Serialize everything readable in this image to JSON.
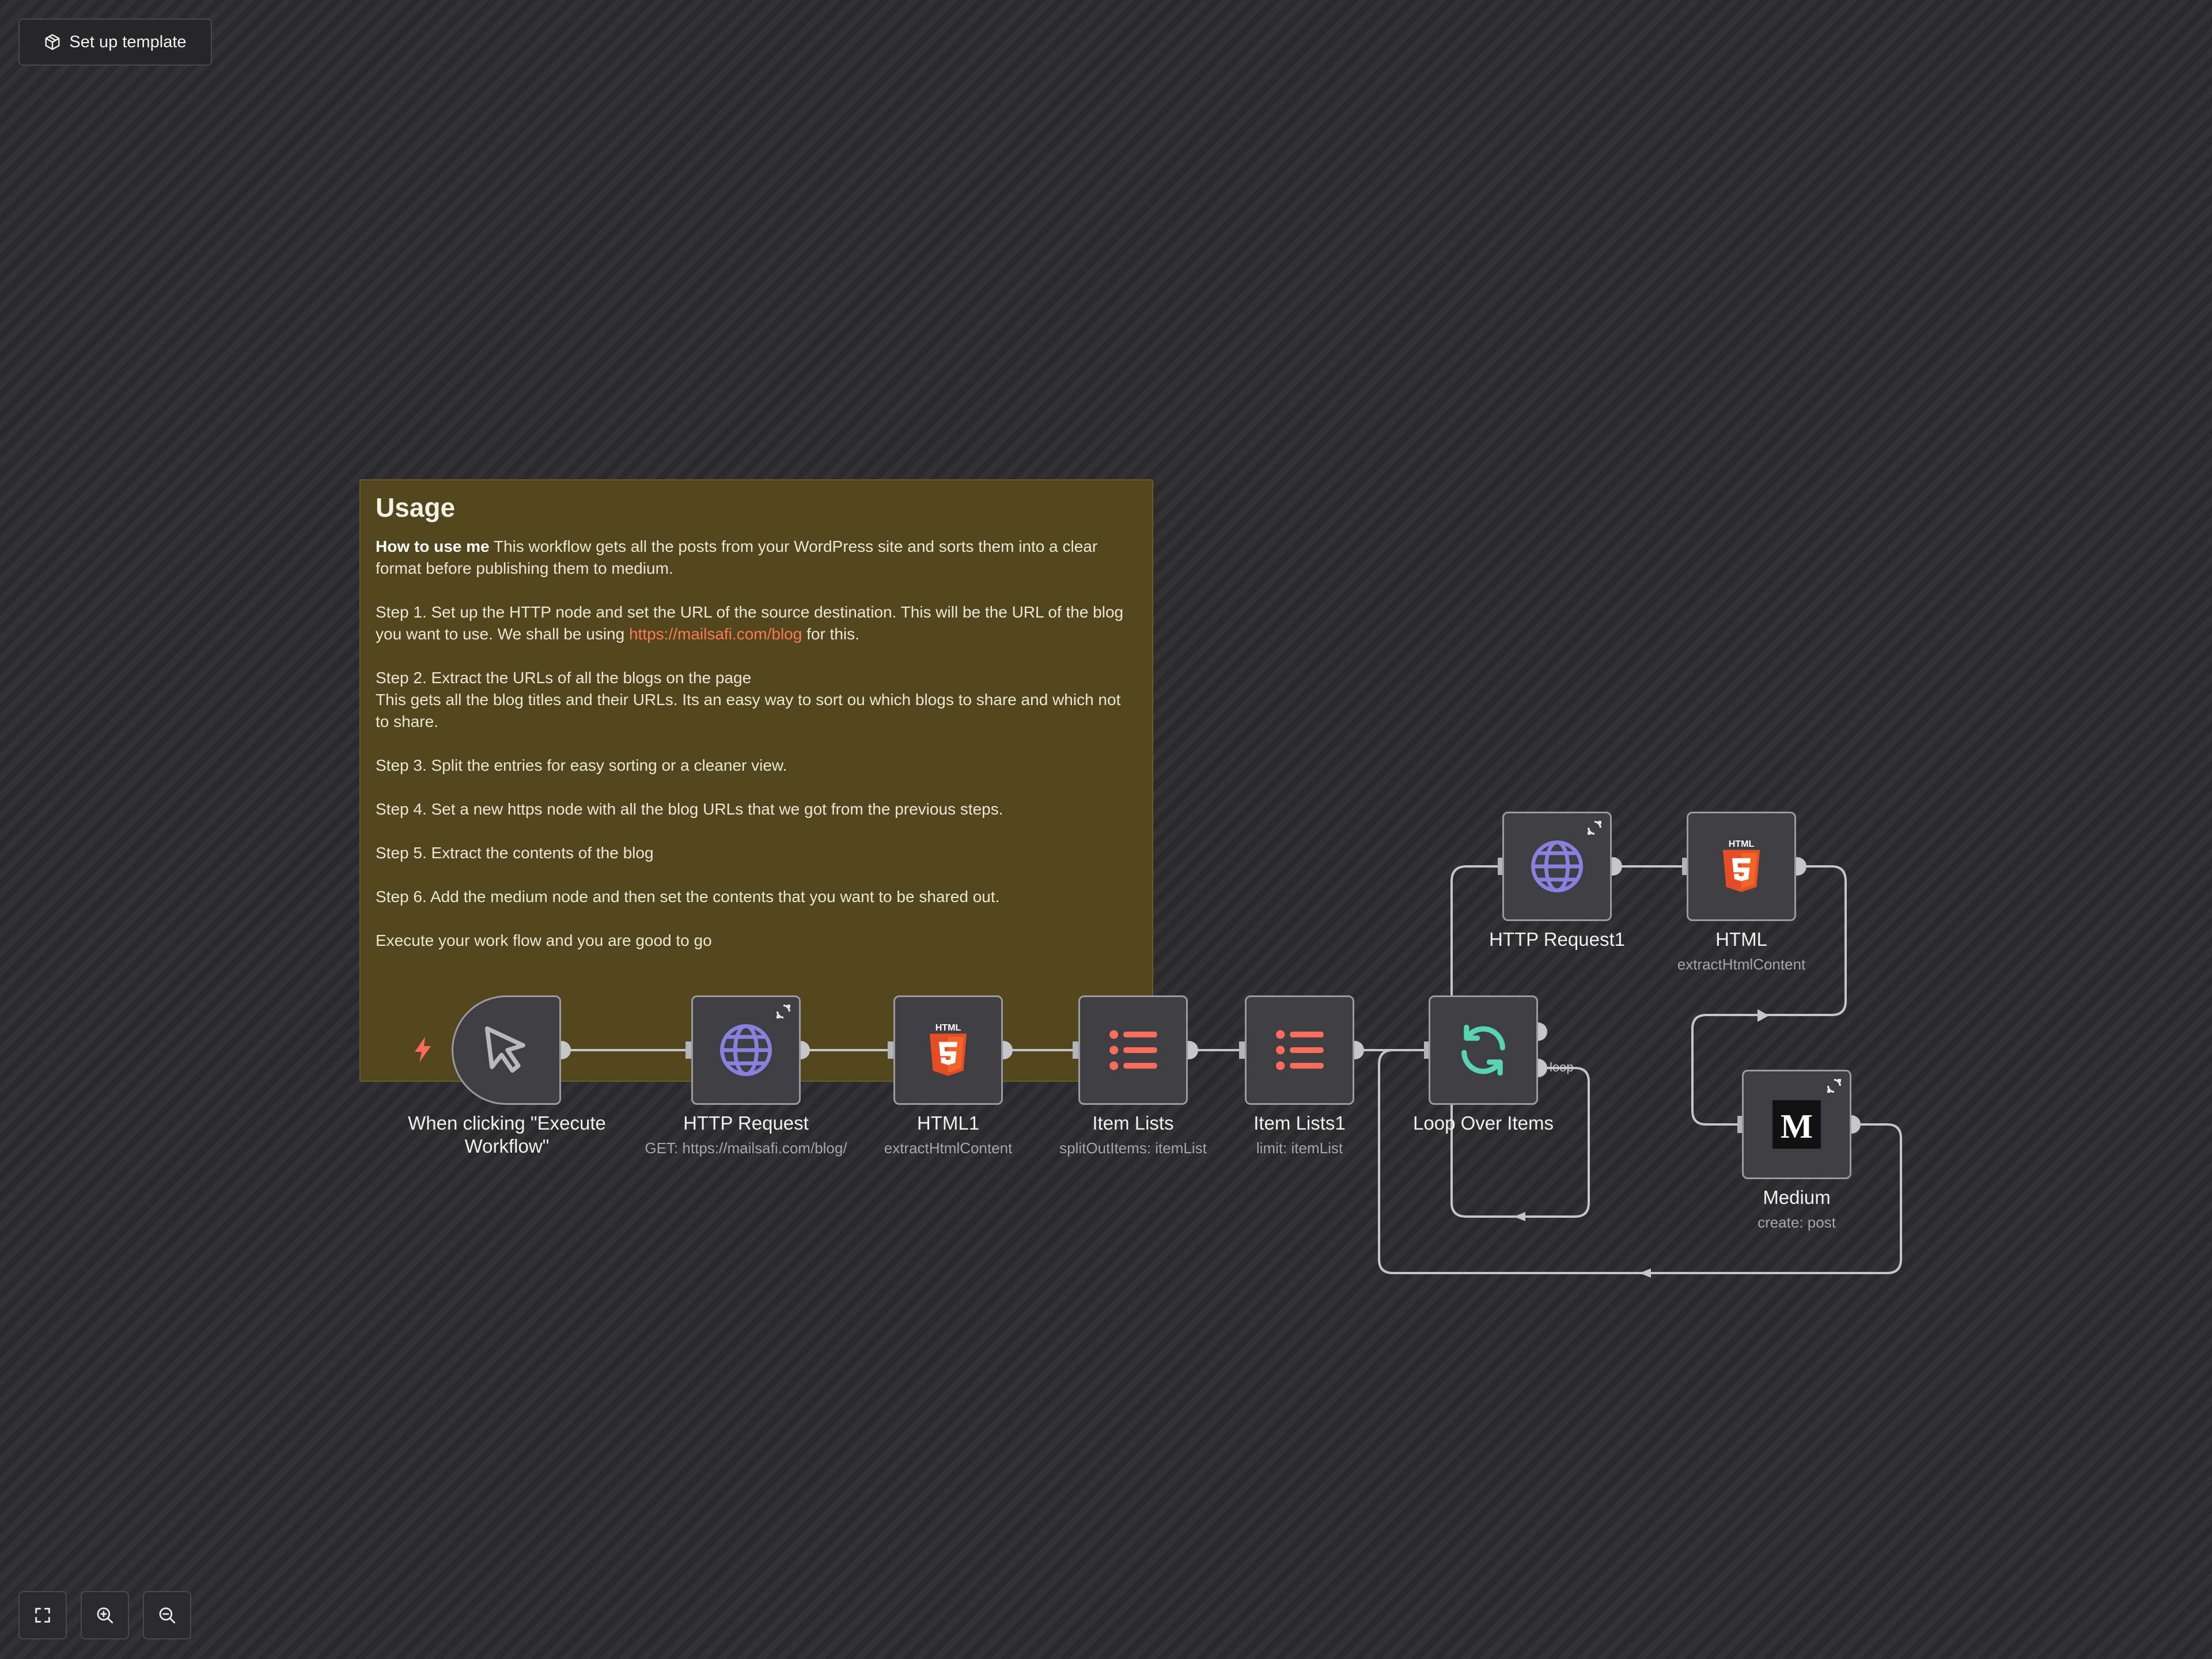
{
  "toolbar": {
    "setup_template_label": "Set up template"
  },
  "note": {
    "title": "Usage",
    "intro_bold": "How to use me",
    "intro_text": " This workflow gets all the posts from your WordPress site and sorts them into a clear format before publishing them to medium.",
    "step1_before": "Step 1. Set up the HTTP node and set the URL of the source destination. This will be the URL of the blog you want to use. We shall be using ",
    "step1_link": "https://mailsafi.com/blog",
    "step1_after": " for this.",
    "step2_line1": "Step 2. Extract the URLs of all the blogs on the page",
    "step2_line2": "This gets all the blog titles and their URLs. Its an easy way to sort ou which blogs to share and which not to share.",
    "step3": "Step 3. Split the entries for easy sorting or a cleaner view.",
    "step4": "Step 4. Set a new https node with all the blog URLs that we got from the previous steps.",
    "step5": "Step 5. Extract the contents of the blog",
    "step6": "Step 6. Add the medium node and then set the contents that you want to be shared out.",
    "outro": "Execute your work flow and you are good to go"
  },
  "nodes": {
    "trigger": {
      "label": "When clicking \"Execute Workflow\"",
      "icon": "cursor-icon"
    },
    "http_request": {
      "label": "HTTP Request",
      "subtitle": "GET: https://mailsafi.com/blog/",
      "icon": "globe-icon"
    },
    "html1": {
      "label": "HTML1",
      "subtitle": "extractHtmlContent",
      "icon": "html5-icon"
    },
    "item_lists": {
      "label": "Item Lists",
      "subtitle": "splitOutItems: itemList",
      "icon": "list-icon"
    },
    "item_lists1": {
      "label": "Item Lists1",
      "subtitle": "limit: itemList",
      "icon": "list-icon"
    },
    "loop_over_items": {
      "label": "Loop Over Items",
      "loop_output_label": "loop",
      "icon": "refresh-icon"
    },
    "http_request1": {
      "label": "HTTP Request1",
      "icon": "globe-icon"
    },
    "html": {
      "label": "HTML",
      "subtitle": "extractHtmlContent",
      "icon": "html5-icon"
    },
    "medium": {
      "label": "Medium",
      "subtitle": "create: post",
      "icon": "medium-icon"
    }
  },
  "colors": {
    "canvas": "#2d2d2f",
    "note_bg": "#52461e",
    "node_bg": "#3f3f43",
    "node_border": "#9a9aa0",
    "globe": "#8b7fe0",
    "html5": "#e44d26",
    "list": "#ff6d5a",
    "loop": "#58d4b0",
    "trigger_bolt": "#ff6d5a"
  },
  "controls": [
    "fit-view-icon",
    "zoom-in-icon",
    "zoom-out-icon"
  ]
}
